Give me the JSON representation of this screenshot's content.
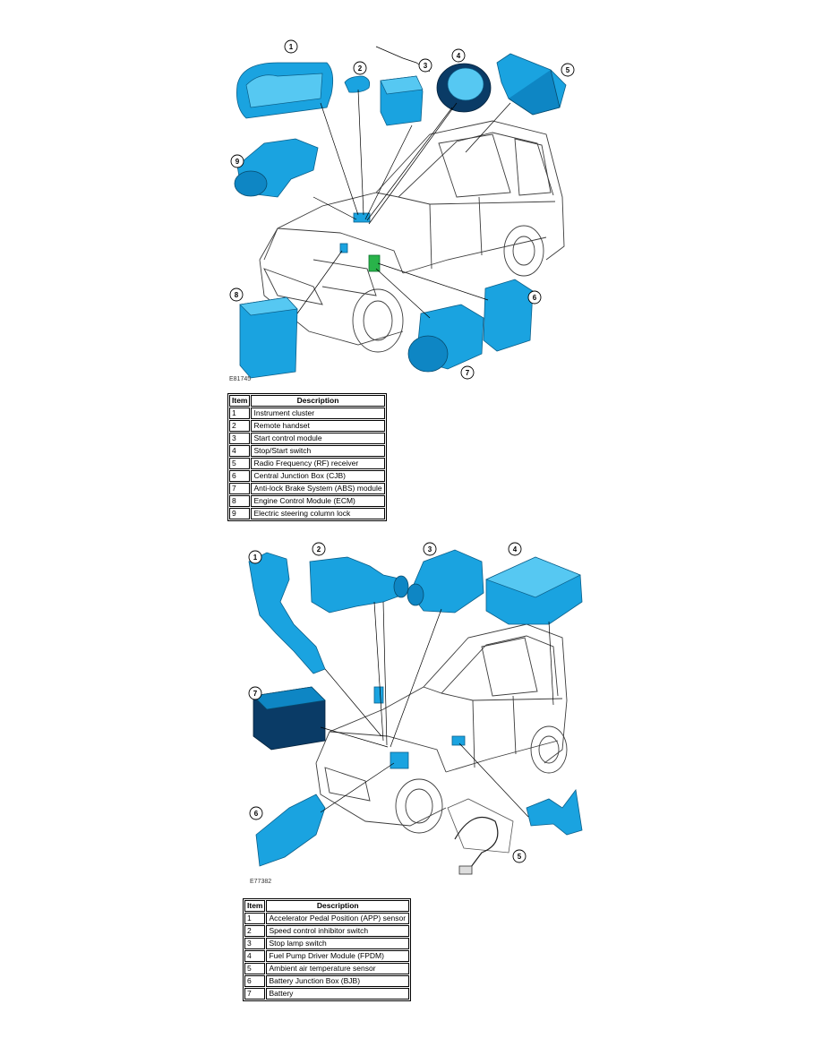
{
  "figure1": {
    "code": "E81745",
    "callouts": [
      "1",
      "2",
      "3",
      "4",
      "5",
      "6",
      "7",
      "8",
      "9"
    ],
    "table": {
      "headers": [
        "Item",
        "Description"
      ],
      "rows": [
        [
          "1",
          "Instrument cluster"
        ],
        [
          "2",
          "Remote handset"
        ],
        [
          "3",
          "Start control module"
        ],
        [
          "4",
          "Stop/Start switch"
        ],
        [
          "5",
          "Radio Frequency (RF) receiver"
        ],
        [
          "6",
          "Central Junction Box (CJB)"
        ],
        [
          "7",
          "Anti-lock Brake System (ABS) module"
        ],
        [
          "8",
          "Engine Control Module (ECM)"
        ],
        [
          "9",
          "Electric steering column lock"
        ]
      ]
    }
  },
  "figure2": {
    "code": "E77382",
    "callouts": [
      "1",
      "2",
      "3",
      "4",
      "5",
      "6",
      "7"
    ],
    "table": {
      "headers": [
        "Item",
        "Description"
      ],
      "rows": [
        [
          "1",
          "Accelerator Pedal Position (APP) sensor"
        ],
        [
          "2",
          "Speed control inhibitor switch"
        ],
        [
          "3",
          "Stop lamp switch"
        ],
        [
          "4",
          "Fuel Pump Driver Module (FPDM)"
        ],
        [
          "5",
          "Ambient air temperature sensor"
        ],
        [
          "6",
          "Battery Junction Box (BJB)"
        ],
        [
          "7",
          "Battery"
        ]
      ]
    }
  },
  "colors": {
    "component": "#1aa3e0",
    "component_dark": "#0a3b66",
    "outline": "#3c3c3c"
  }
}
